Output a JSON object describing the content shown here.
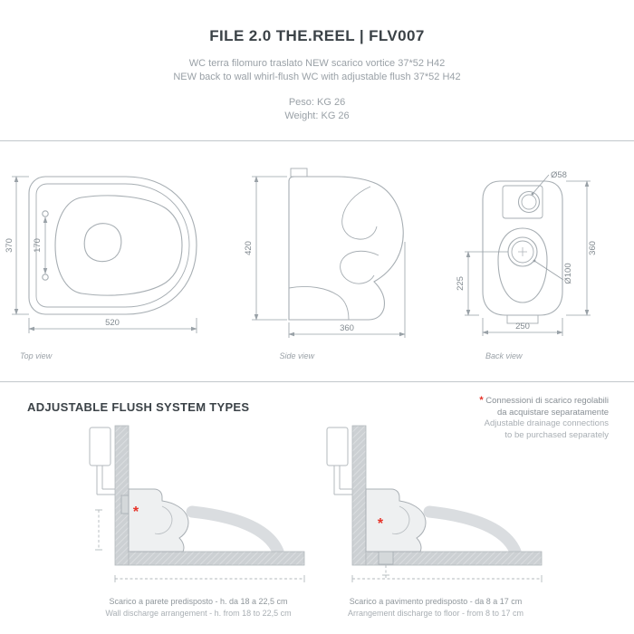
{
  "header": {
    "title": "FILE 2.0 THE.REEL | FLV007",
    "subtitle_it": "WC terra filomuro traslato NEW scarico vortice 37*52  H42",
    "subtitle_en": "NEW back to wall whirl-flush WC with adjustable flush 37*52  H42",
    "weight_it": "Peso: KG 26",
    "weight_en": "Weight: KG 26"
  },
  "views": {
    "top": {
      "label": "Top view",
      "dim_depth": "370",
      "dim_holes": "170",
      "dim_width": "520"
    },
    "side": {
      "label": "Side view",
      "dim_height": "420",
      "dim_depth": "360"
    },
    "back": {
      "label": "Back view",
      "dim_inlet": "Ø58",
      "dim_height": "360",
      "dim_drain_height": "225",
      "dim_drain": "Ø100",
      "dim_width": "250"
    }
  },
  "flush": {
    "heading": "ADJUSTABLE FLUSH SYSTEM TYPES",
    "asterisk": "*",
    "note_it_line1": "Connessioni di scarico regolabili",
    "note_it_line2": "da acquistare separatamente",
    "note_en_line1": "Adjustable drainage connections",
    "note_en_line2": "to be purchased separately",
    "diagrams": [
      {
        "caption_it": "Scarico a parete predisposto - h. da 18 a 22,5 cm",
        "caption_en": "Wall discharge arrangement - h. from 18 to 22,5 cm"
      },
      {
        "caption_it": "Scarico a pavimento predisposto - da 8 a 17 cm",
        "caption_en": "Arrangement discharge to floor - from 8 to 17 cm"
      }
    ]
  },
  "colors": {
    "accent_red": "#e63329",
    "text_dark": "#3b4247",
    "text_gray": "#9aa1a7",
    "line_gray": "#a7aeb3"
  }
}
